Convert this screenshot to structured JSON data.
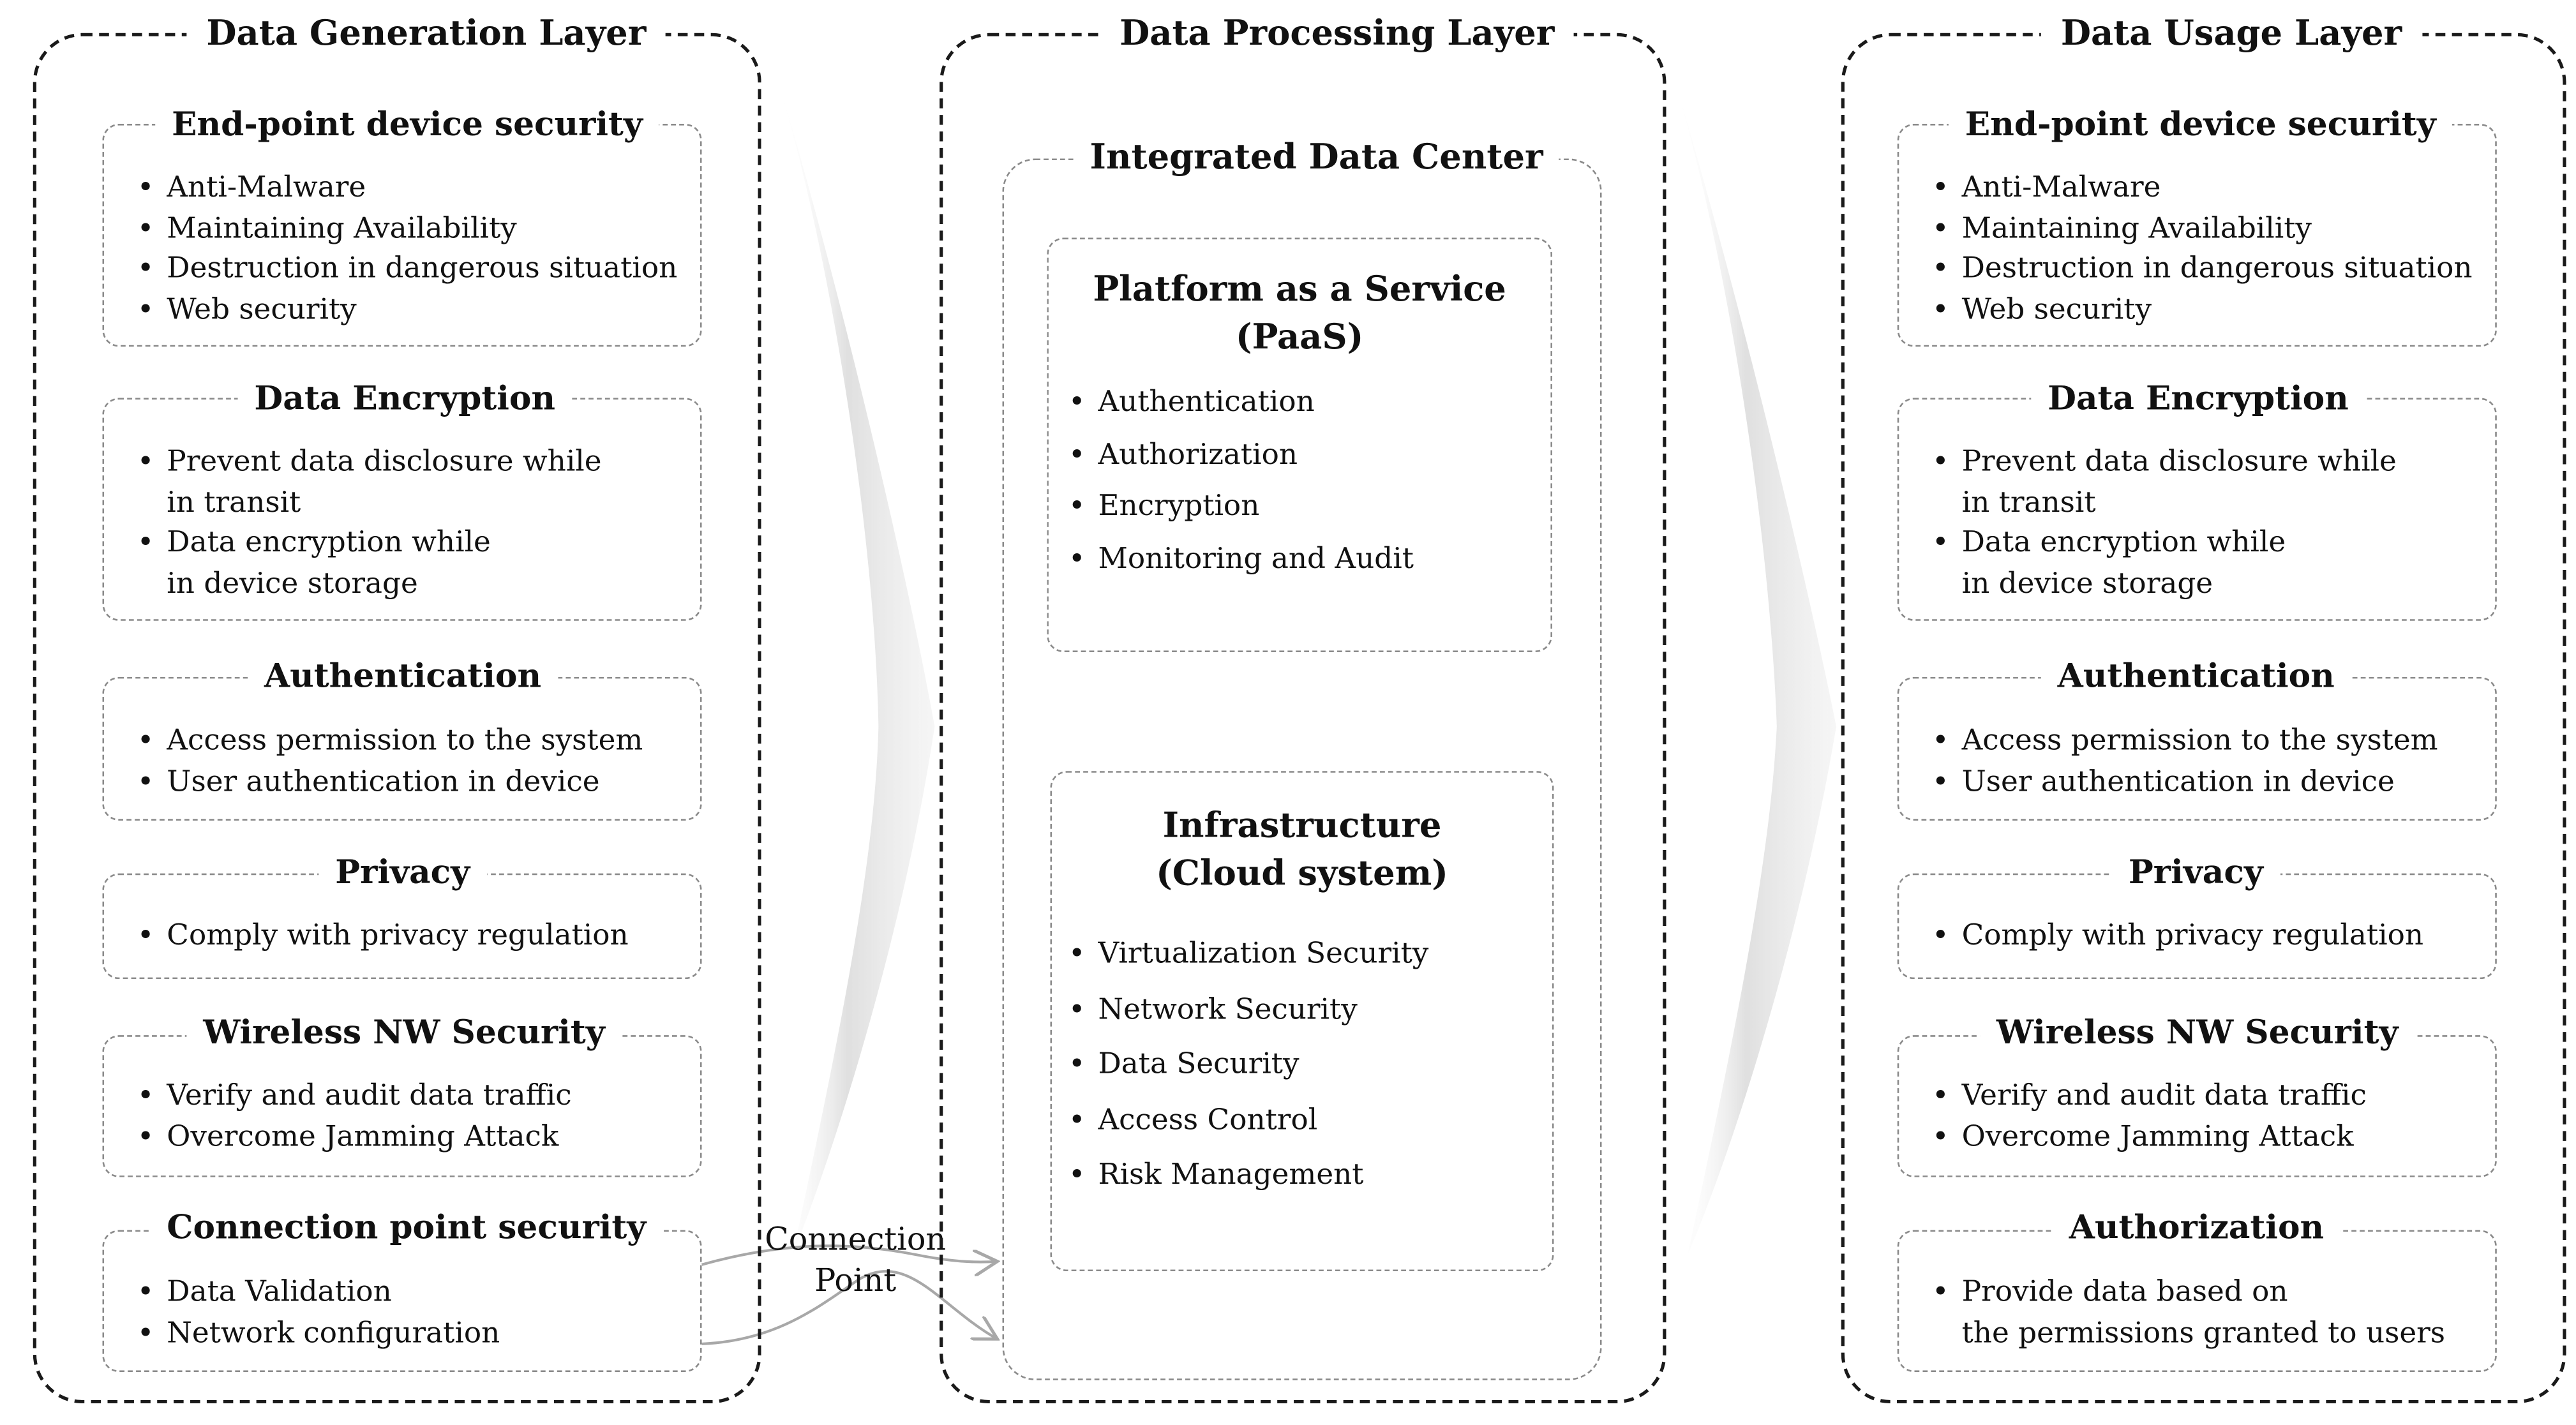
{
  "generation": {
    "title": "Data Generation Layer",
    "boxes": [
      {
        "title": "End-point device security",
        "items": [
          "Anti-Malware",
          "Maintaining Availability",
          "Destruction in dangerous situation",
          "Web security"
        ]
      },
      {
        "title": "Data Encryption",
        "items": [
          "Prevent data disclosure while\nin transit",
          "Data encryption while\nin device storage"
        ]
      },
      {
        "title": "Authentication",
        "items": [
          "Access permission to the system",
          "User authentication in device"
        ]
      },
      {
        "title": "Privacy",
        "items": [
          "Comply with privacy regulation"
        ]
      },
      {
        "title": "Wireless NW Security",
        "items": [
          "Verify and audit data traffic",
          "Overcome Jamming Attack"
        ]
      },
      {
        "title": "Connection point security",
        "items": [
          "Data Validation",
          "Network configuration"
        ]
      }
    ]
  },
  "processing": {
    "title": "Data Processing Layer",
    "center": {
      "title": "Integrated Data Center",
      "paas": {
        "title": "Platform as a Service\n(PaaS)",
        "items": [
          "Authentication",
          "Authorization",
          "Encryption",
          "Monitoring and Audit"
        ]
      },
      "infra": {
        "title": "Infrastructure\n(Cloud system)",
        "items": [
          "Virtualization Security",
          "Network Security",
          "Data Security",
          "Access Control",
          "Risk Management"
        ]
      }
    }
  },
  "usage": {
    "title": "Data Usage Layer",
    "boxes": [
      {
        "title": "End-point device security",
        "items": [
          "Anti-Malware",
          "Maintaining Availability",
          "Destruction in dangerous situation",
          "Web security"
        ]
      },
      {
        "title": "Data Encryption",
        "items": [
          "Prevent data disclosure while\nin transit",
          "Data encryption while\nin device storage"
        ]
      },
      {
        "title": "Authentication",
        "items": [
          "Access permission to the system",
          "User authentication in device"
        ]
      },
      {
        "title": "Privacy",
        "items": [
          "Comply with privacy regulation"
        ]
      },
      {
        "title": "Wireless NW Security",
        "items": [
          "Verify and audit data traffic",
          "Overcome Jamming Attack"
        ]
      },
      {
        "title": "Authorization",
        "items": [
          "Provide data based on\nthe permissions granted to users"
        ]
      }
    ]
  },
  "connection": {
    "label": "Connection\nPoint"
  }
}
